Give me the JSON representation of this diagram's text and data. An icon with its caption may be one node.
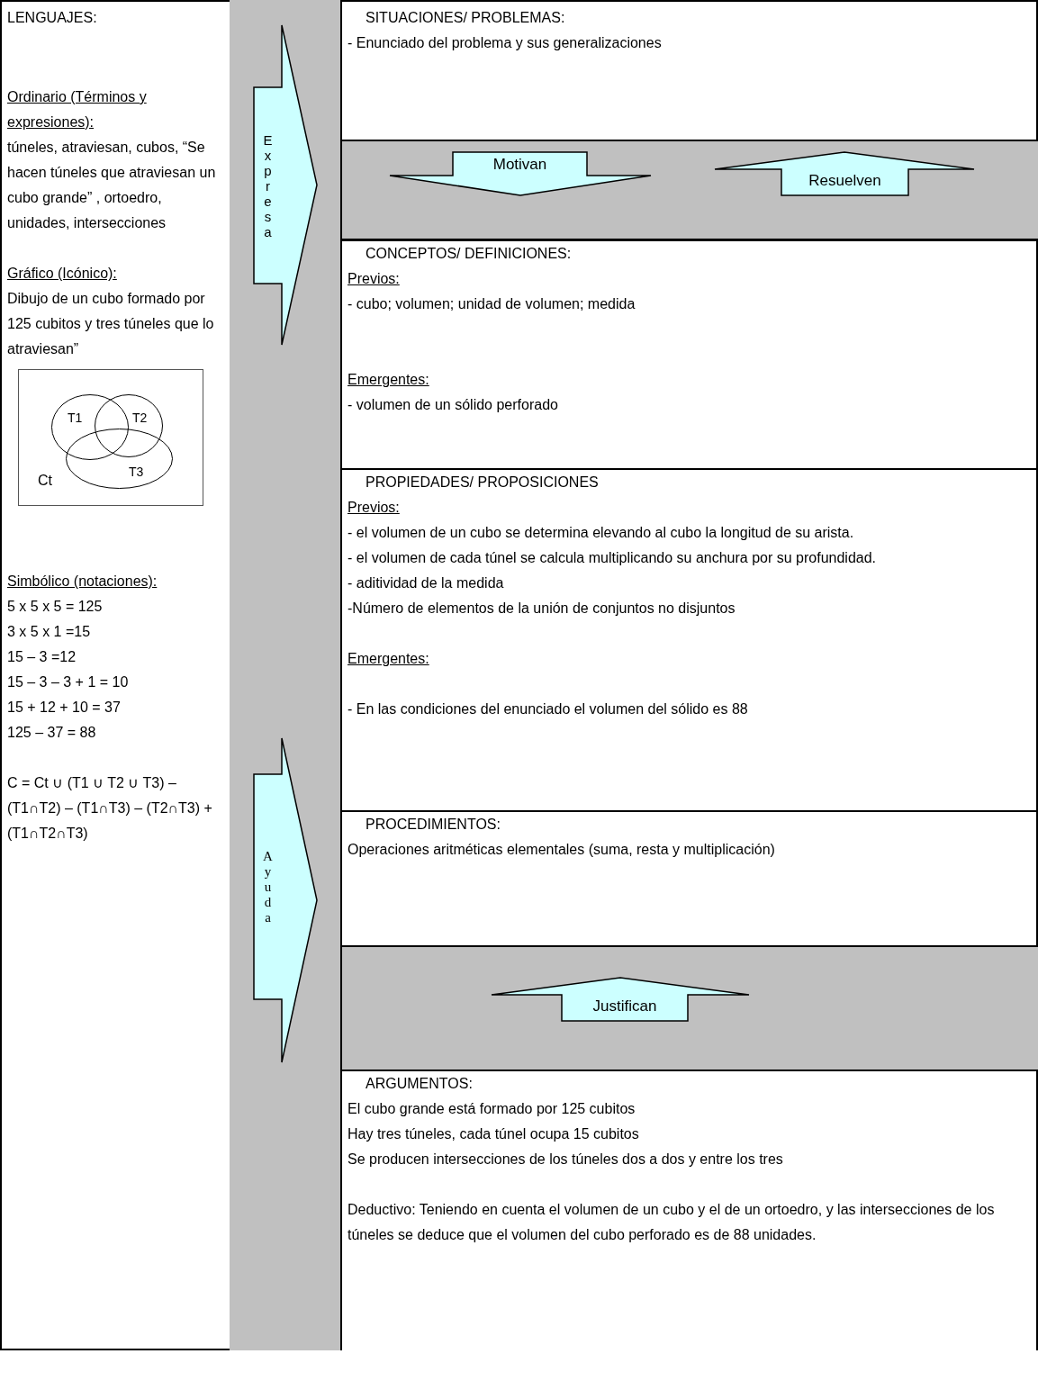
{
  "diagram": {
    "nodes": [
      {
        "text": [
          "LENGUAJES:",
          "Ordinario (Términos y expresiones):",
          "túneles, atraviesan, cubos, “Se hacen túneles que atraviesan un cubo grande” , ortoedro, unidades, intersecciones",
          "Gráfico (Icónico):",
          "Dibujo de un cubo formado por 125 cubitos y tres túneles que lo atraviesan”",
          "Simbólico (notaciones):",
          "5 x 5 x 5 = 125",
          "3 x 5 x 1 =15",
          "15 – 3 =12",
          "15 – 3 – 3 + 1 = 10",
          "15 + 12 + 10 = 37",
          "125 – 37  = 88",
          "C = Ct ∪ (T1 ∪ T2 ∪ T3) – (T1∩T2) – (T1∩T3) – (T2∩T3) + (T1∩T2∩T3)"
        ]
      },
      {
        "text": [
          "Ct"
        ],
        "in": 0
      },
      {
        "text": [
          "T1"
        ],
        "in": 1
      },
      {
        "text": [
          "T2"
        ],
        "in": 1
      },
      {
        "text": [
          "T3"
        ],
        "in": 1
      },
      {
        "text": [],
        "shape": "bar"
      },
      {
        "text": [
          "SITUACIONES/ PROBLEMAS:",
          "- Enunciado del problema y sus generalizaciones"
        ]
      },
      {
        "text": [],
        "shape": "bar"
      },
      {
        "text": [
          "CONCEPTOS/ DEFINICIONES:",
          "Previos:",
          "- cubo; volumen; unidad de volumen; medida",
          "Emergentes:",
          "- volumen de un sólido perforado"
        ]
      },
      {
        "text": [
          "PROPIEDADES/ PROPOSICIONES",
          "Previos:",
          "- el volumen de un cubo se determina elevando al cubo la longitud de su arista.",
          "- el volumen de cada túnel se calcula  multiplicando su anchura por su profundidad.",
          "- aditividad de la medida",
          "-Número de elementos de la unión de conjuntos no disjuntos",
          "Emergentes:",
          "- En las condiciones del enunciado el volumen del sólido es 88"
        ]
      },
      {
        "text": [
          "PROCEDIMIENTOS:",
          "Operaciones aritméticas elementales (suma, resta y multiplicación)"
        ]
      },
      {
        "text": [],
        "shape": "bar"
      },
      {
        "text": [
          "ARGUMENTOS:",
          "El cubo grande está formado por 125 cubitos",
          "Hay tres túneles, cada túnel ocupa 15 cubitos",
          "Se producen intersecciones de los túneles dos a dos y entre los tres",
          "Deductivo: Teniendo en cuenta el volumen de un cubo y el de un ortoedro, y las intersecciones de los túneles se deduce que el volumen del cubo perforado es de 88 unidades."
        ]
      }
    ],
    "edges": [
      {
        "from": 0,
        "to": 6,
        "arrow": "to",
        "label": "Expresa"
      },
      {
        "from": 6,
        "to": 8,
        "arrow": "to",
        "label": "Motivan"
      },
      {
        "from": 8,
        "to": 6,
        "arrow": "to",
        "label": "Resuelven"
      },
      {
        "from": 0,
        "to": 9,
        "arrow": "to",
        "label": "Ayuda"
      },
      {
        "from": 12,
        "to": 10,
        "arrow": "to",
        "label": "Justifican"
      }
    ]
  }
}
